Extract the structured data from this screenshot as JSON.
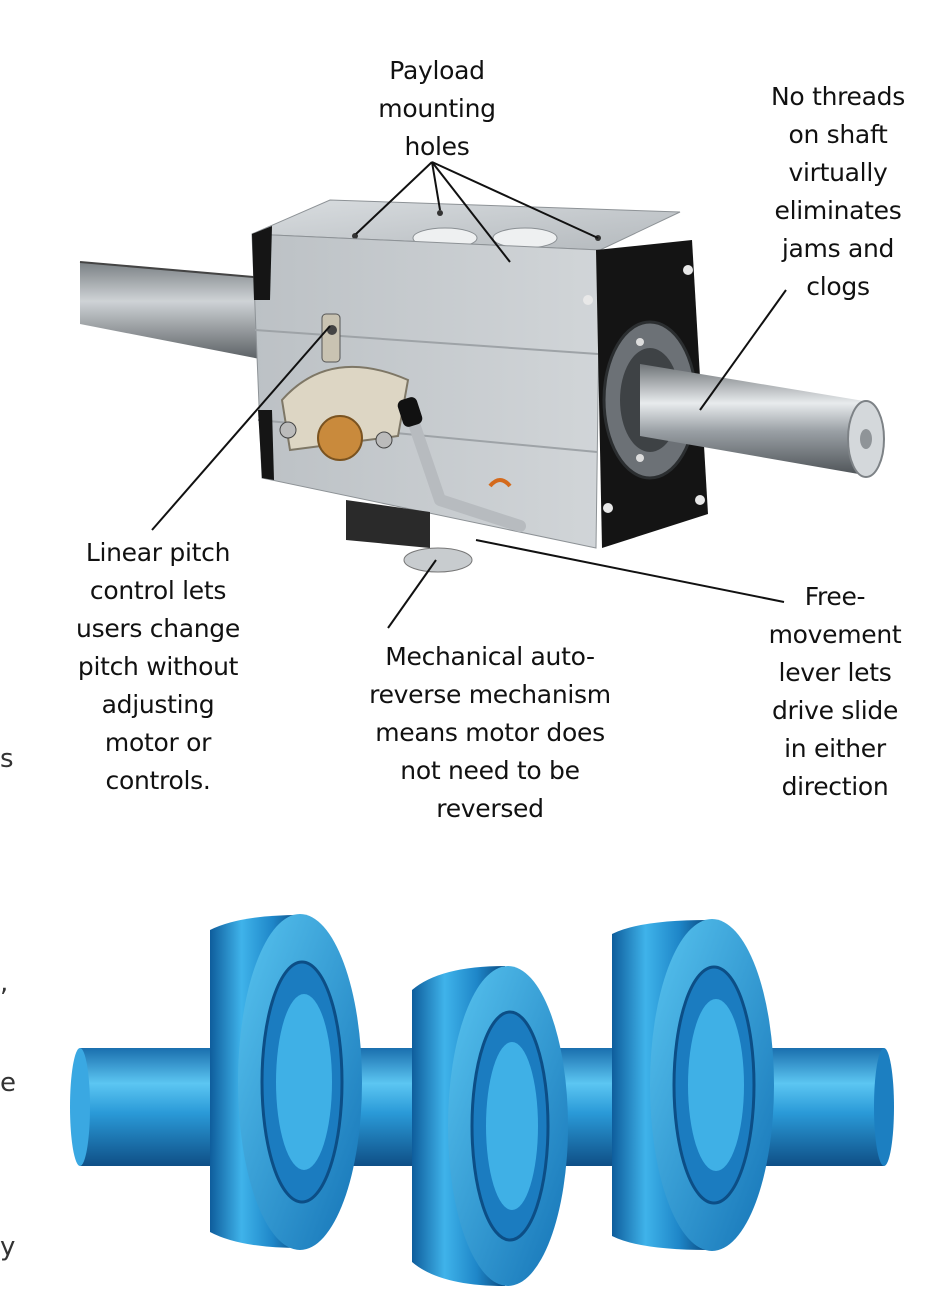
{
  "callouts": {
    "payload": "Payload\nmounting\nholes",
    "threads": "No threads\non shaft\nvirtually\neliminates\njams and\nclogs",
    "pitch": "Linear pitch\ncontrol lets\nusers change\npitch without\nadjusting\nmotor or\ncontrols.",
    "auto_reverse": "Mechanical auto-\nreverse mechanism\nmeans motor does\nnot need to be\nreversed",
    "free_movement": "Free-\nmovement\nlever lets\ndrive slide\nin either\ndirection"
  },
  "edge_fragments": [
    "s",
    ",",
    "e",
    "y"
  ],
  "colors": {
    "housing": "#c8ccd0",
    "end_plate": "#141414",
    "shaft": "#b8bcc0",
    "bearing": "#2a9ad8",
    "text": "#111111"
  }
}
